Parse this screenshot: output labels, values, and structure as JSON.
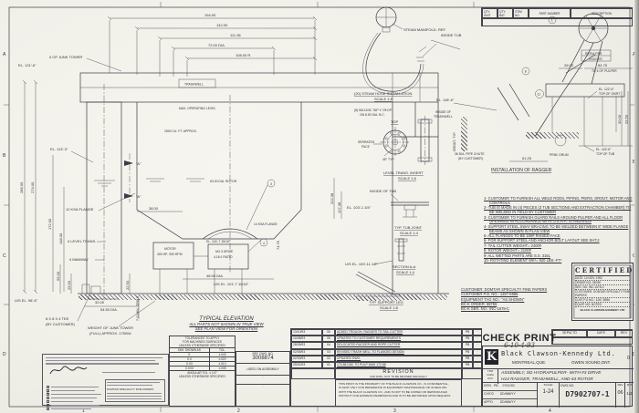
{
  "zones": {
    "left": [
      "A",
      "B",
      "C",
      "D"
    ],
    "right": [
      "A",
      "B",
      "C",
      "D"
    ],
    "bottom": [
      "1",
      "2",
      "3",
      "4"
    ],
    "margin_zero": "0"
  },
  "parts_table": {
    "qty_unit": "QTY. UNIT",
    "qty_bat": "QTY. BAT.",
    "item_no": "ITEM NO.",
    "part_number": "PART NUMBER",
    "description": "DESCRIPTION"
  },
  "elevation": {
    "dim_194": "194.00",
    "dim_142": "142.00",
    "dim_111": "111.38",
    "dim_72": "72.00 DIA.",
    "dim_108": "108.00 R.",
    "el_121": "EL. 121'-6\"",
    "cl_junk": "¢ OF JUNK TOWER",
    "el_113": "EL. 113'-3\"",
    "flange12": "12 KSA FLANGE",
    "cl_level": "¢ LEVEL TRANS.",
    "cl_manway": "¢ MANWAY",
    "dim_286": "286.00",
    "dim_274": "274.00",
    "dim_172": "172.00",
    "dim_148": "148.00",
    "max_level": "MAX. OPERATING LEVEL",
    "capacity": "1500 CU. FT. APPROX.",
    "trashwell_tag": "TRASHWELL",
    "dim_38": "38.00",
    "dim_48": "48.00 DIA.",
    "rotor_dia": "63.00 DIA. ROTOR",
    "motor_l1": "MOTOR",
    "motor_l2": "400 HP- 900 RPM",
    "drive_l1": "NO.3 DRIVE",
    "drive_l2": "4.16:1 RATIO",
    "el_104": "EL. 104'-7 15/16\"",
    "flange14": "14 KSA FLANGE",
    "dim_74": "74.75",
    "us_el_101": "U/S EL. 101'-7 11/16\"",
    "us_el_98": "U/S EL. 98'-6\"",
    "tee_l1": "8 X 8 X 4 TEE",
    "tee_l2": "(BY CUSTOMER)",
    "junk_wt_l1": "WEIGHT OF JUNK TOWER",
    "junk_wt_l2": "(FULL) APPROX. 17500#",
    "dim_55": "55.00",
    "dim_2950": "29.50",
    "dim_32": "32.00",
    "dim_5450": "54.50 DIA.",
    "dim_2250": "22.50",
    "dim_grout": "7.00 MIN. GROUT",
    "sec_a1": "\"A\"",
    "sec_a2": "\"A\"",
    "dim_22238": "222.38",
    "dim_12738": "127.38",
    "el_103": "EL. 103'-1 3/4\"",
    "balloon_3": "3",
    "balloon_4": "4"
  },
  "details": {
    "steam": {
      "manifold": "STEAM MANIFOLD- REF.",
      "inside_tub": "INSIDE TUB",
      "caption": "(20) STEAM HOSE INSTALLATION",
      "scale": "SCALE 1:8"
    },
    "insert": {
      "tap_l1": "(8) 5/8-11NC TAP X 7/8 DP.",
      "tap_l2": "ON 8.50 DIA. B.C.",
      "top": "TOP",
      "serrated_l1": "SERRATED",
      "serrated_l2": "FACE",
      "angle": "45° TYP.",
      "inside_tw_l1": "INSIDE OF",
      "inside_tw_l2": "TRASHWELL",
      "caption": "LEVEL TRANS. INSERT",
      "scale": "SCALE 1:6"
    },
    "joint": {
      "inside_tub": "INSIDE OF TUB",
      "caption": "TYP. TUB JOINT",
      "scale": "SCALE 1:4"
    },
    "section": {
      "caption": "SECTION A-A",
      "scale": "SCALE 1:4",
      "us_el_100": "U/S EL. 100'-11 1/2\""
    },
    "leg": {
      "caption": "TYP. SUPPORT LEG",
      "scale": "SCALE 1:8"
    },
    "ragger": {
      "caption": "INSTALLATION OF RAGGER",
      "el_122_l1": "EL. 122'-6\"",
      "el_122_l2": "TOP OF SKIRT",
      "el_119_l1": "EL. 119'-6\"",
      "el_119_l2": "TOP OF TUB",
      "el_118": "EL. 118'-6\"",
      "chute_l1": "36 DIA. PIPE CHUTE",
      "chute_l2": "(BY CUSTOMER)",
      "grout": "GROUT- TYP.",
      "dim_61": "61.25",
      "prim_drum": "PRIM. DRUM",
      "dim_26": "26.00",
      "dim_84": "84.75",
      "dim_84b": "TO ¢ OF PULPER",
      "tag_l1": "REPULPER",
      "tag_l2": "RAGGER",
      "dim_30": "30.00",
      "dim_2950": "29.50",
      "balloon_8": "8",
      "balloon_11": "11",
      "balloon_1": "1"
    }
  },
  "notes": {
    "items": [
      "1- CUSTOMER TO FURNISH ALL WELD RODS, PIPING, PIERS, GROUT, MOTOR AND CONTROLS",
      "2- TUB IS MADE IN (4) PIECES (3 TUB SECTIONS AND EXTRACTION CHAMBER) TO BE WELDED IN FIELD BY CUSTOMER",
      "3- CUSTOMER TO FURNISH GUARD RAILS AROUND PULPER AND ALL FLOOR OPENINGS IN ACCORDANCE WITH O.S.H.A. STANDARDS",
      "4- SUPPORT STEEL SWAY BRACING TO BE WELDED BETWEEN 8\" WIDE FLANGE BEAMS AS SHOWN IN PLAN VIEW",
      "5- ALL FLANGES TO BE 150# RAISED FACE",
      "6- FOR SUPPORT STEEL AND ANCHOR BOLT LAYOUT SEE SHT.2",
      "7- TAIL CUTTER WEIGHT= 2400#",
      "8- ROTOR WEIGHT= 2100#",
      "9- ALL WETTED PARTS ARE S.S. 316L",
      "10- ROTATING ELEMENT WK²= 920 LBS.-FT²"
    ]
  },
  "order_info": {
    "lines": [
      "CUSTOMER: DOMTAR SPECIALTY FINE PAPERS",
      "CUSTOMER P.O. NO.: 1267-5986",
      "EQUIPMENT TAG NO.: \"AS SHOWN\"",
      "BC-K ORDER: 58758",
      "BC-K SER. NO.: INC-1578-C"
    ]
  },
  "certified": {
    "title": "CERTIFIED",
    "rows": [
      "DATE: 13 NOV. 1992",
      "ORDER NO: 58758",
      "SER. NO: INC-1578-C",
      "CUSTOMER: DOMTAR SPECIALTY FINE PAPERS",
      "CUST.P.O.NO.: 1267-5986",
      "EQUIP. NO: NOTED"
    ],
    "footer": "BLACK CLAWSON-KENNEDY LTD"
  },
  "typical_elevation": {
    "line1": "TYPICAL ELEVATION",
    "line2": "ALL PARTS NOT SHOWN IN TRUE VIEW",
    "line3": "SEE PLAN VIEW FOR ORIENTION"
  },
  "tolerance_block": {
    "header1": "TOLERANCES TO APPLY",
    "header2": "FOR MACHINED SURFACES",
    "header3": "UNLESS OTHERWISE SPECIFIED",
    "col_dim": "DIM. SHOWN AS",
    "col_tol": "TOL.",
    "rows": [
      {
        "dim": "X.",
        "tol": "±.040"
      },
      {
        "dim": "X.X",
        "tol": "±.020"
      },
      {
        "dim": "X.XX",
        "tol": "±.010"
      },
      {
        "dim": "X.XXX",
        "tol": "±.005"
      }
    ],
    "footer1": "ANGULAR TOL. ± 1/2°",
    "footer2": "UNLESS OTHERWISE SPECIFIED"
  },
  "ref_dwg": {
    "label": "REF. DWG. NO.",
    "number": "3008874",
    "used_on": "USED ON ASSEMBLY"
  },
  "revision_table": {
    "rows": [
      {
        "date": "13/10/93",
        "rev": "06",
        "desc": "ADDED TROUGH, RAGGER TO TAIL CUTTER",
        "by": "PB"
      },
      {
        "date": "10/08/93",
        "rev": "05",
        "desc": "UPDATED TO CUSTOMER REQUIREMENTS",
        "by": "PB"
      },
      {
        "date": "28/05/93",
        "rev": "04",
        "desc": "RELOCATED RAGGER AND ROPE CUTTER",
        "by": "PB"
      },
      {
        "date": "02/05/93",
        "rev": "03",
        "desc": "REVISED TRASH WELL TO FLANGED DESIGN",
        "by": "PB"
      },
      {
        "date": "02/03/93",
        "rev": "02",
        "desc": "UPDATED DWG.",
        "by": "PB"
      },
      {
        "date": "25/01/93",
        "rev": "01",
        "desc": "170.88 DIM. TO PULP WAS 172.88",
        "by": "PB"
      }
    ],
    "revision_label": "REVISION",
    "revision_note": "CAD DWG. NOT TO BE REVISED MANUALLY",
    "property_note": [
      "THIS PRINT IS THE PROPERTY OF THE BLACK CLAWSON CO., IS CONFIDENTIAL,",
      "IS LENT ONLY FOR REFERENCE IN EQUIPMENT MAINTENANCE OR IN DEALING",
      "WITH THE BLACK CLAWSON CO., AND IS NOT TO BE COPIED OR REPRODUCED",
      "WITHOUT OUR EXPRESS PERMISSION AND IS TO BE RETURNED UPON REQUEST."
    ]
  },
  "approval_stamp": {
    "customer": "DOMTAR SPECIALITY FINE PAPERS",
    "check_mark": "X"
  },
  "sepia_table": {
    "col1": "SEPIA TO",
    "col2": "DATE",
    "col3": "REV"
  },
  "check_print": {
    "label": "CHECK PRINT",
    "date": "6-10-4-93"
  },
  "title_block": {
    "company": "Black Clawson-Kennedy Ltd.",
    "loc1": "MONTREAL,QUE.",
    "loc2": "OWEN SOUND,ONT.",
    "title1": "ASSEMBLY, SD HYDRAPULPER- WITH #3 DRIVE",
    "title2": "H14 RAGGER, TRASHWELL, AND 63 ROTOR",
    "side1": "TPM",
    "side2": "CADA",
    "side3": "OCC",
    "drn_label": "DR'N",
    "drn_by": "PB",
    "drn_date": "07/01/93",
    "chk_label": "CH'K'D",
    "chk_date": "DD/MM/YY",
    "app_label": "APP'D",
    "app_date": "DD/MM/YY",
    "scale_label": "SCALE",
    "scale": "1-24",
    "dwg_label": "DWG.NO.",
    "dwg_no": "D7902707-1",
    "rev_label": "REV",
    "rev": "06",
    "sht_label": "SHT",
    "sht": "1/2"
  }
}
